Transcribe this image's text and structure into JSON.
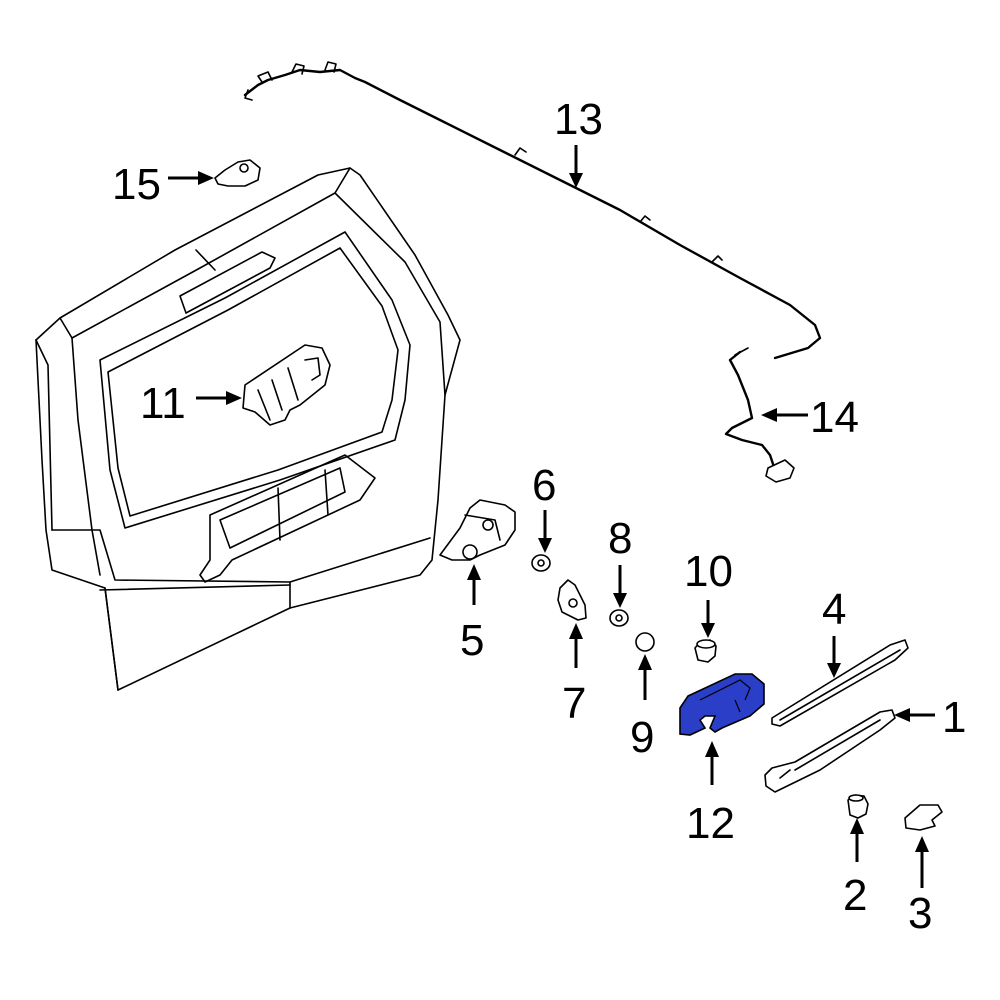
{
  "diagram": {
    "highlight_color": "#2a3ec8",
    "highlighted_part": "12",
    "callouts": {
      "c1": "1",
      "c2": "2",
      "c3": "3",
      "c4": "4",
      "c5": "5",
      "c6": "6",
      "c7": "7",
      "c8": "8",
      "c9": "9",
      "c10": "10",
      "c11": "11",
      "c12": "12",
      "c13": "13",
      "c14": "14",
      "c15": "15"
    }
  }
}
